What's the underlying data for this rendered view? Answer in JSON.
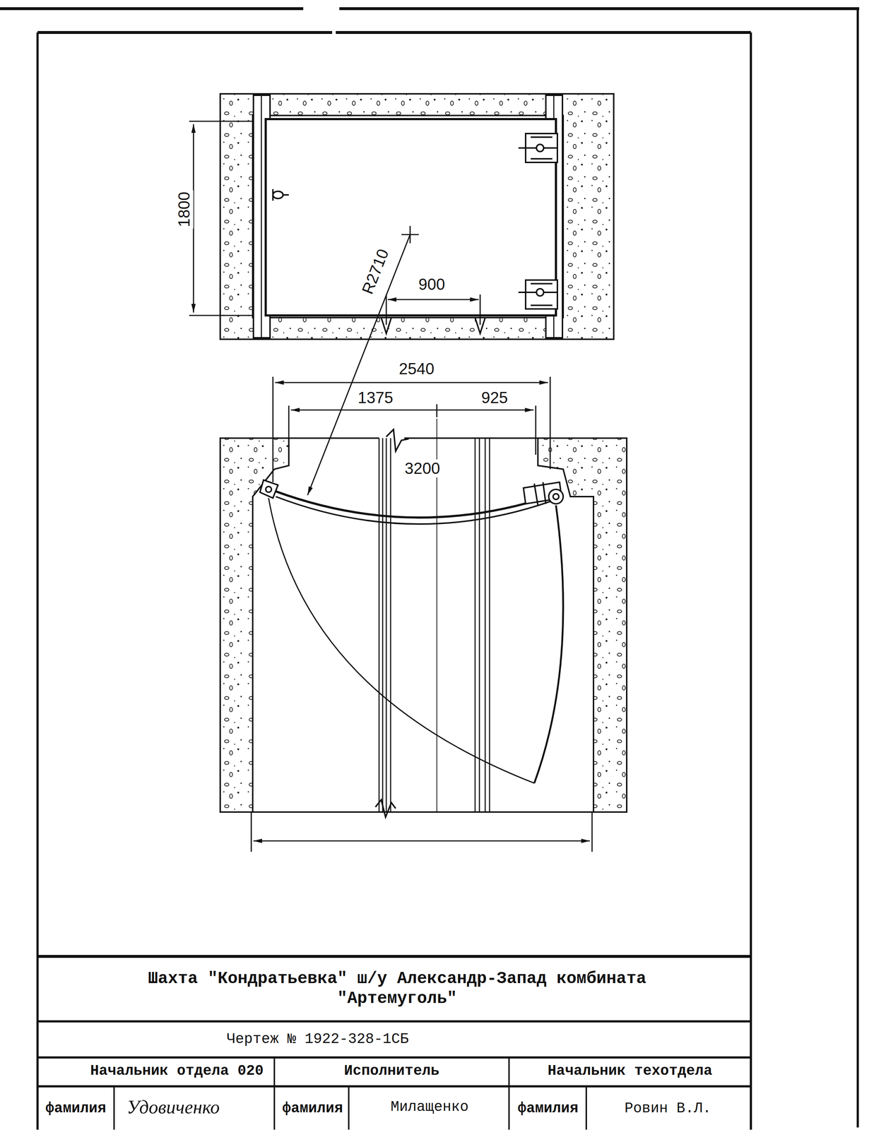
{
  "diagram": {
    "title": "Шахта \"Кондратьевка\" ш/у Александр-Запад комбината \"Артемуголь\"",
    "labels": [
      "1800",
      "R2710",
      "900",
      "2540",
      "1375",
      "925",
      "3200",
      "Чертеж № 1922-328-1СБ",
      "Начальник отдела 020",
      "Исполнитель",
      "Начальник техотдела",
      "фамилия",
      "Удовиченко",
      "фамилия",
      "Милащенко",
      "фамилия",
      "Ровин В.Л."
    ]
  }
}
